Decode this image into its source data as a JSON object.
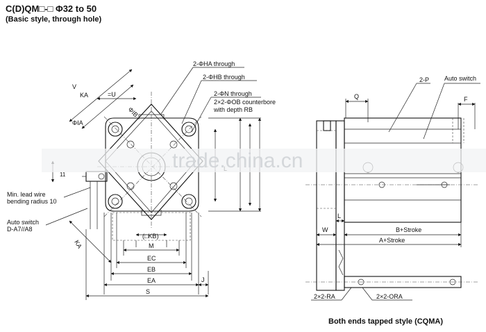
{
  "header": {
    "title": "C(D)QM□-□  Φ32 to 50",
    "subtitle": "(Basic style, through hole)"
  },
  "caption": "Both ends tapped style (CQMA)",
  "watermark": "trade.china.cn",
  "left_view": {
    "callouts": {
      "ha": "2-ΦHA through",
      "hb": "2-ΦHB through",
      "n": "2-ΦN through",
      "ob": "2×2-ΦOB counterbore",
      "rb": "with depth RB",
      "lead1": "Min. lead wire",
      "lead2": "bending radius 10",
      "sw1": "Auto switch",
      "sw2": "D-A7//A8"
    },
    "dims": {
      "v": "V",
      "ka_top": "KA",
      "u": "=U",
      "ib": "ΦIB",
      "ia": "ΦIA",
      "ka_bottom": "KA",
      "kb": "(□KB)",
      "m": "M",
      "ec": "EC",
      "eb": "EB",
      "ea": "EA",
      "s": "S",
      "j": "J",
      "l": "L",
      "side11": "11"
    }
  },
  "right_view": {
    "labels": {
      "q": "Q",
      "p": "2-P",
      "auto_switch": "Auto switch",
      "f": "F",
      "w": "W",
      "l": "L",
      "b_stroke": "B+Stroke",
      "a_stroke": "A+Stroke",
      "ra": "2×2-RA",
      "ora": "2×2-ORA"
    }
  }
}
